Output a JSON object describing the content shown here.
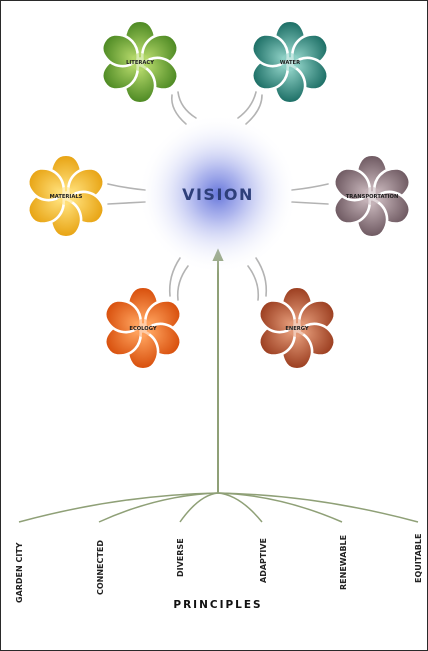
{
  "vision": {
    "label": "VISION"
  },
  "flowers": [
    {
      "id": "literacy",
      "label": "LITERACY",
      "colors": [
        "#b4d86a",
        "#4e8a24"
      ]
    },
    {
      "id": "water",
      "label": "WATER",
      "colors": [
        "#8fd1c6",
        "#1d6f66"
      ]
    },
    {
      "id": "materials",
      "label": "MATERIALS",
      "colors": [
        "#ffe07a",
        "#e8a414"
      ]
    },
    {
      "id": "transportation",
      "label": "TRANSPORTATION",
      "colors": [
        "#c7b5ba",
        "#6f5a62"
      ]
    },
    {
      "id": "ecology",
      "label": "ECOLOGY",
      "colors": [
        "#ffa35e",
        "#d8500d"
      ]
    },
    {
      "id": "energy",
      "label": "ENERGY",
      "colors": [
        "#e39a78",
        "#9c3f21"
      ]
    }
  ],
  "principles": {
    "title": "PRINCIPLES",
    "items": [
      "GARDEN CITY",
      "CONNECTED",
      "DIVERSE",
      "ADAPTIVE",
      "RENEWABLE",
      "EQUITABLE"
    ]
  }
}
